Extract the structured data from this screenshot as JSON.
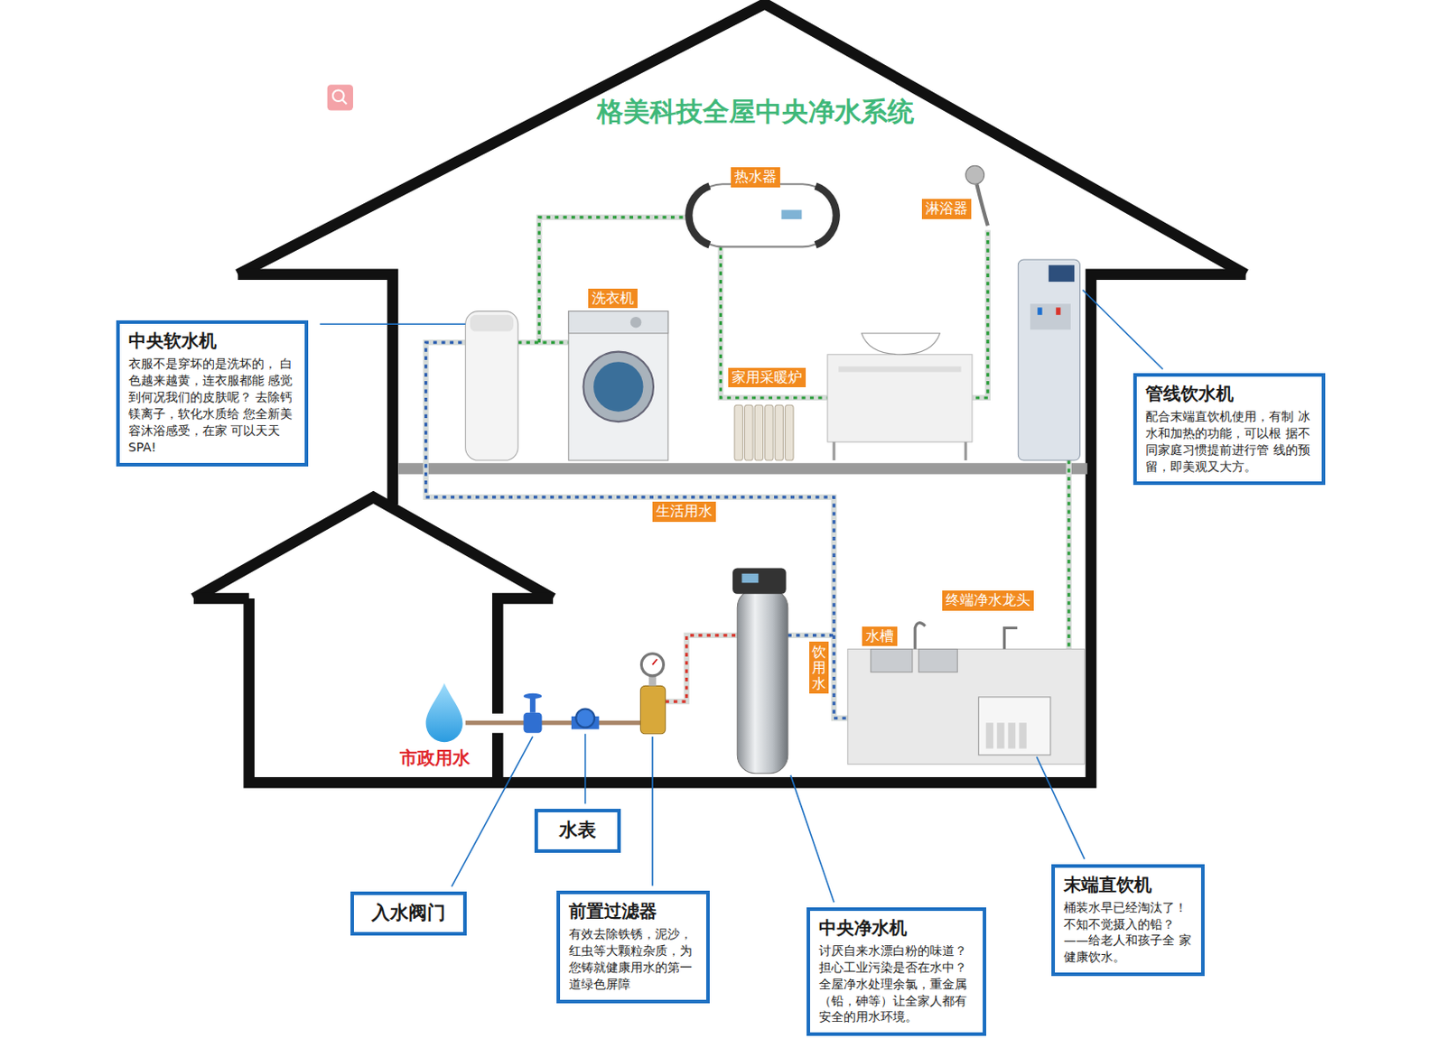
{
  "diagram": {
    "title": "格美科技全屋中央净水系统",
    "nodes": [
      {
        "text": [
          "热水器"
        ]
      },
      {
        "text": [
          "淋浴器"
        ]
      },
      {
        "text": [
          "洗衣机"
        ]
      },
      {
        "text": [
          "中央软水机",
          "衣服不是穿坏的是洗坏的， 白色越来越黄，连衣服都能 感觉到何况我们的皮肤呢？ 去除钙镁离子，软化水质给 您全新美容沐浴感受，在家 可以天天SPA!"
        ]
      },
      {
        "text": [
          "家用采暖炉"
        ]
      },
      {
        "text": [
          "管线饮水机",
          "配合末端直饮机使用，有制 冰水和加热的功能，可以根 据不同家庭习惯提前进行管 线的预留，即美观又大方。"
        ]
      },
      {
        "text": [
          "生活用水"
        ]
      },
      {
        "text": [
          "终端净水龙头"
        ]
      },
      {
        "text": [
          "水槽"
        ]
      },
      {
        "text": [
          "饮用水"
        ]
      },
      {
        "text": [
          "水表"
        ]
      },
      {
        "text": [
          "末端直饮机",
          "桶装水早已经淘汰了！ 不知不觉摄入的铅？ ——给老人和孩子全 家健康饮水。"
        ]
      },
      {
        "text": [
          "入水阀门"
        ]
      },
      {
        "text": [
          "前置过滤器",
          "有效去除铁锈，泥沙， 红虫等大颗粒杂质，为 您铸就健康用水的第一 道绿色屏障"
        ]
      },
      {
        "text": [
          "中央净水机",
          "讨厌自来水漂白粉的味道？ 担心工业污染是否在水中？ 全屋净水处理余氯，重金属 （铅，砷等）让全家人都有 安全的用水环境。"
        ]
      }
    ],
    "labels": [
      "市政用水"
    ]
  }
}
